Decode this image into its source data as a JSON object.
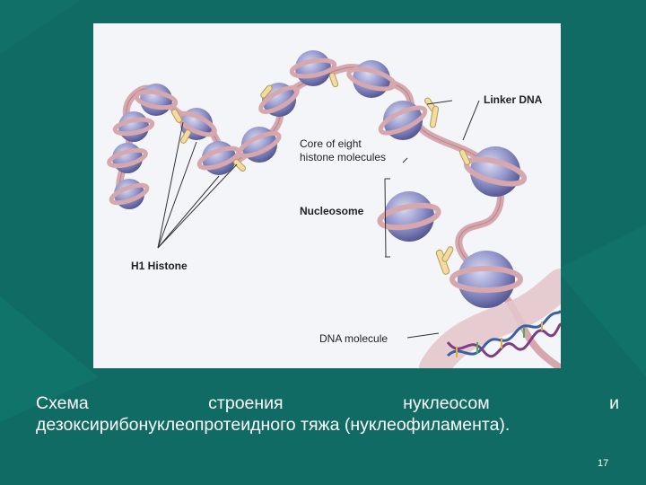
{
  "slide": {
    "caption_words_line1": [
      "Схема",
      "строения",
      "нуклеосом",
      "и"
    ],
    "caption_line2": "дезоксирибонуклеопротеидного тяжа (нуклеофиламента).",
    "page_number": "17"
  },
  "figure": {
    "labels": {
      "linker_dna": "Linker DNA",
      "core_line1": "Core of eight",
      "core_line2": "histone molecules",
      "nucleosome": "Nucleosome",
      "h1_histone": "H1 Histone",
      "dna_molecule": "DNA molecule"
    }
  },
  "colors": {
    "background": "#0f6b63",
    "histone_core": "#8f92c8",
    "dna_wrap": "#d7a7ae",
    "h1_histone": "#f2dca0"
  }
}
